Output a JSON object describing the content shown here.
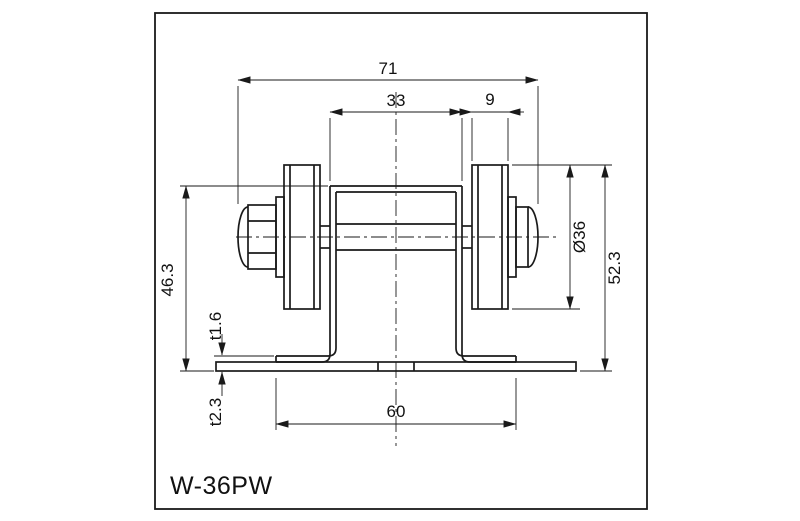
{
  "page": {
    "background": "#ffffff",
    "line_color": "#1a1a1a"
  },
  "drawing": {
    "part_number": "W-36PW",
    "dimensions": {
      "top_overall": "71",
      "bracket_width": "33",
      "wheel_thickness": "9",
      "side_height": "46.3",
      "bracket_sheet_thickness": "t1.6",
      "base_sheet_thickness": "t2.3",
      "wheel_diameter": "Ø36",
      "overall_height": "52.3",
      "base_width": "60"
    }
  }
}
